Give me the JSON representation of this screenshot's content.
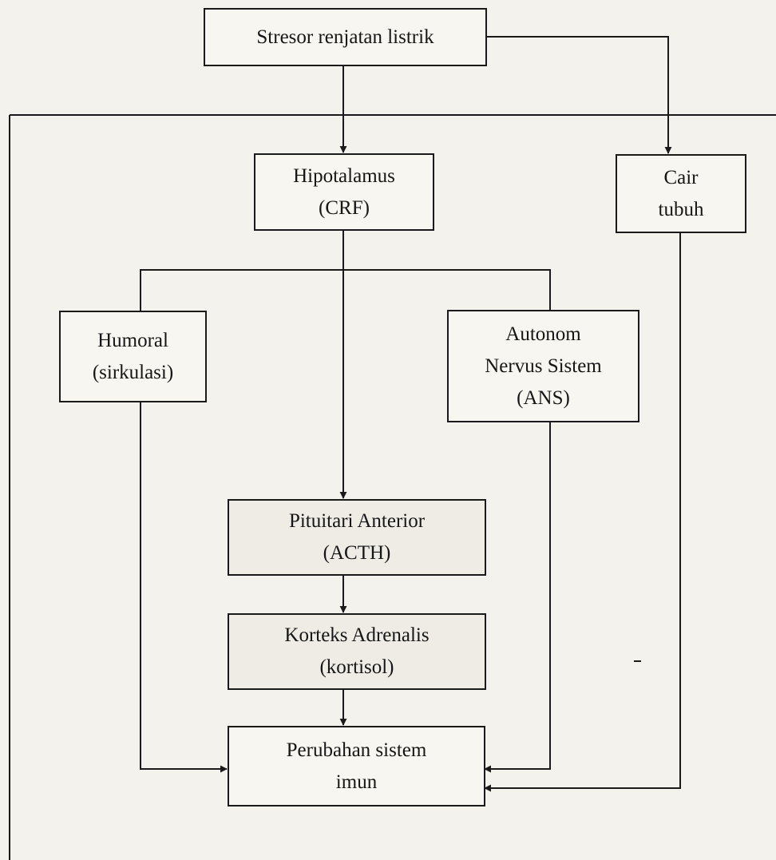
{
  "nodes": {
    "stresor": {
      "lines": [
        "Stresor renjatan listrik"
      ]
    },
    "hipotalamus": {
      "lines": [
        "Hipotalamus",
        "(CRF)"
      ]
    },
    "cair": {
      "lines": [
        "Cair",
        "tubuh"
      ]
    },
    "humoral": {
      "lines": [
        "Humoral",
        "(sirkulasi)"
      ]
    },
    "autonom": {
      "lines": [
        "Autonom",
        "Nervus Sistem",
        "(ANS)"
      ]
    },
    "pituitari": {
      "lines": [
        "Pituitari Anterior",
        "(ACTH)"
      ]
    },
    "korteks": {
      "lines": [
        "Korteks Adrenalis",
        "(kortisol)"
      ]
    },
    "perubahan": {
      "lines": [
        "Perubahan sistem",
        "imun"
      ]
    }
  },
  "edges": [
    {
      "from": "stresor",
      "to": "hipotalamus"
    },
    {
      "from": "stresor",
      "to": "cair"
    },
    {
      "from": "hipotalamus",
      "to": "humoral"
    },
    {
      "from": "hipotalamus",
      "to": "autonom"
    },
    {
      "from": "hipotalamus",
      "to": "pituitari"
    },
    {
      "from": "pituitari",
      "to": "korteks"
    },
    {
      "from": "korteks",
      "to": "perubahan"
    },
    {
      "from": "humoral",
      "to": "perubahan"
    },
    {
      "from": "autonom",
      "to": "perubahan"
    },
    {
      "from": "cair",
      "to": "perubahan"
    }
  ]
}
